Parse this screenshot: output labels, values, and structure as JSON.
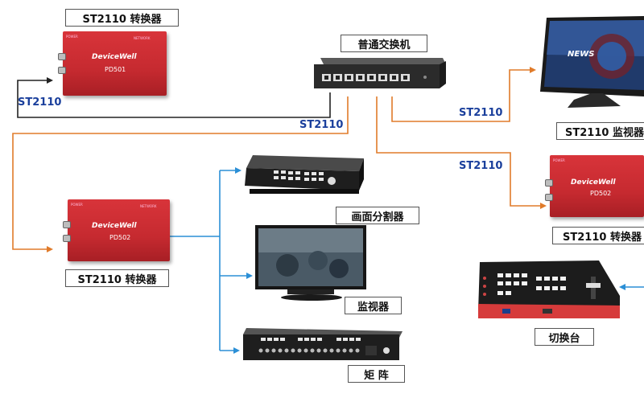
{
  "labels": {
    "converter_top": "ST2110 转换器",
    "switch": "普通交换机",
    "monitor_right": "ST2110 监视器",
    "converter_right": "ST2110 转换器",
    "converter_left": "ST2110 转换器",
    "multiviewer": "画面分割器",
    "monitor": "监视器",
    "matrix": "矩 阵",
    "switcher": "切换台"
  },
  "links": {
    "left_loop": "ST2110",
    "switch_to_left": "ST2110",
    "switch_to_monitor": "ST2110",
    "switch_to_right_converter": "ST2110"
  },
  "devices": {
    "brand": "DeviceWell",
    "model_top": "PD501",
    "model_left": "PD502",
    "model_right": "PD502",
    "news_text": "NEWS"
  },
  "colors": {
    "ethernet_wire": "#222222",
    "ip_link": "#e07b2a",
    "sdi_link": "#2b8fd6",
    "converter_red": "#c62a30",
    "label_blue": "#1a3f9c"
  }
}
